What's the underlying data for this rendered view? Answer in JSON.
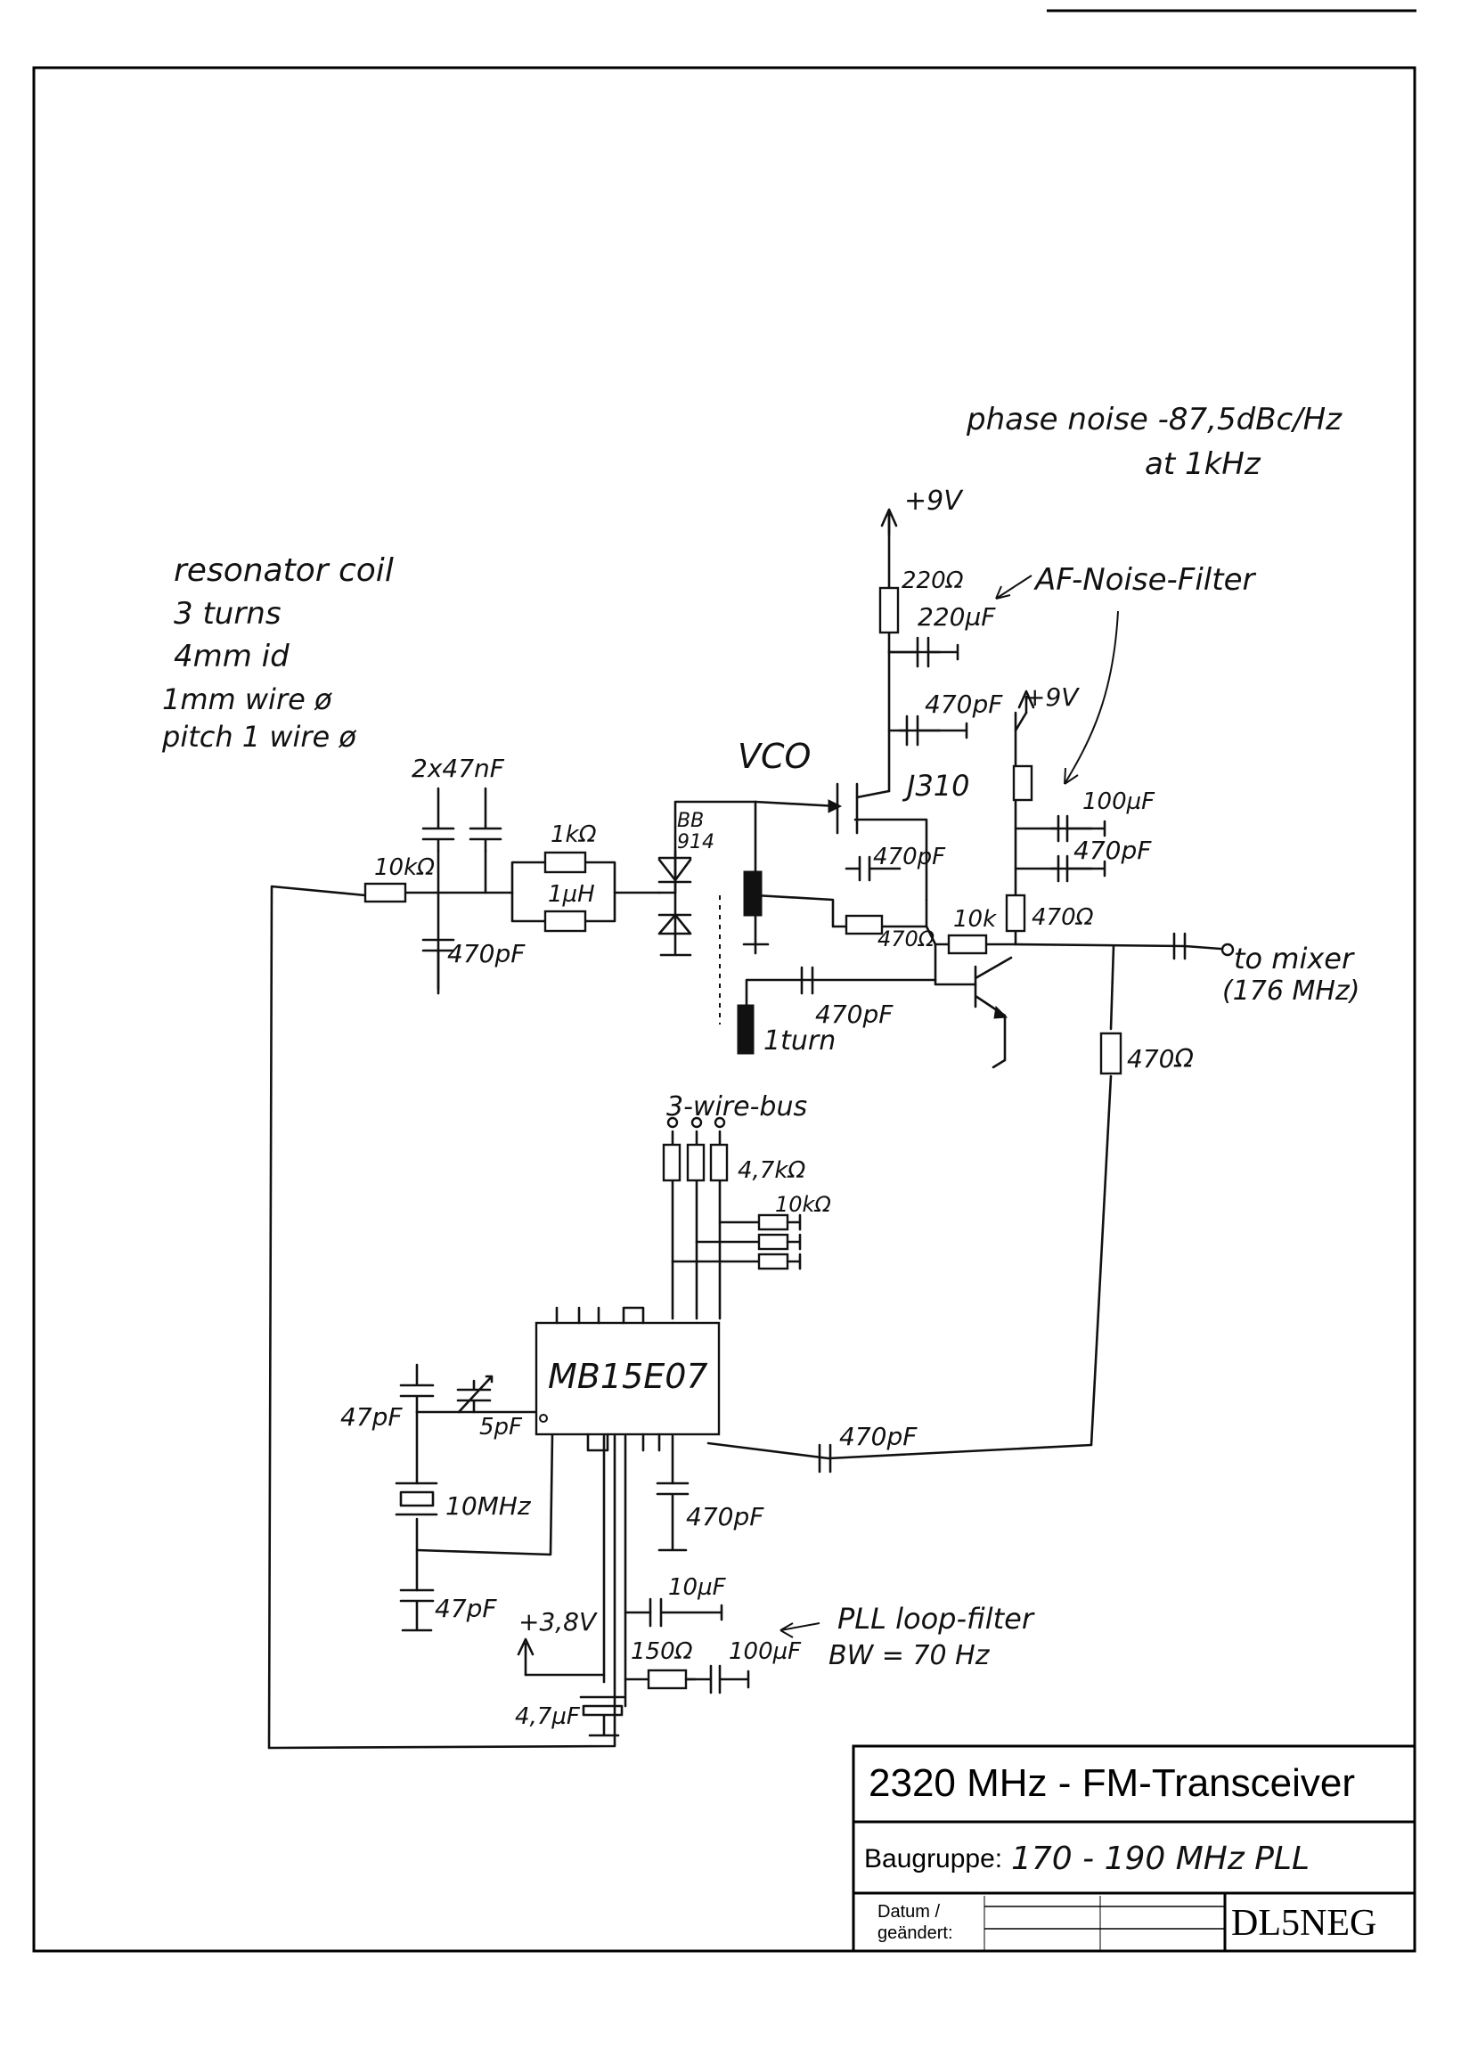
{
  "notes": {
    "phase_noise_1": "phase noise  -87,5dBc/Hz",
    "phase_noise_2": "at  1kHz",
    "resonator_1": "resonator  coil",
    "resonator_2": "3 turns",
    "resonator_3": "4mm  id",
    "resonator_4": "1mm  wire ø",
    "resonator_5": "pitch  1 wire ø",
    "af_filter": "AF-Noise-Filter",
    "vco": "VCO",
    "to_mixer_1": "to  mixer",
    "to_mixer_2": "(176 MHz)",
    "bus": "3-wire-bus",
    "pll_loop_1": "PLL  loop-filter",
    "pll_loop_2": "BW = 70 Hz",
    "one_turn": "1turn"
  },
  "labels": {
    "supply_9v_a": "+9V",
    "supply_9v_b": "+9V",
    "supply_3v8": "+3,8V",
    "r_220": "220Ω",
    "c_220u": "220µF",
    "c_470p_a": "470pF",
    "c_100u_a": "100µF",
    "c_470p_b": "470pF",
    "r_470_a": "470Ω",
    "jfet": "J310",
    "diode_1": "BB",
    "diode_2": "914",
    "c_2x47n": "2x47nF",
    "r_10k_a": "10kΩ",
    "r_1k": "1kΩ",
    "l_1u": "1µH",
    "c_470p_c": "470pF",
    "c_470p_d": "470pF",
    "r_470_b": "470Ω",
    "r_10k_b": "10k",
    "r_470_c": "470Ω",
    "c_470p_e": "470pF",
    "r_4k7": "4,7kΩ",
    "r_10k_c": "10kΩ",
    "ic": "MB15E07",
    "c_47p_a": "47pF",
    "c_5p": "5pF",
    "xtal": "10MHz",
    "c_47p_b": "47pF",
    "c_470p_f": "470pF",
    "c_470p_g": "470pF",
    "c_10u": "10µF",
    "r_150": "150Ω",
    "c_100u_b": "100µF",
    "c_4u7": "4,7µF"
  },
  "title_block": {
    "title": "2320 MHz - FM-Transceiver",
    "assembly_label": "Baugruppe:",
    "assembly_value": "170 - 190 MHz  PLL",
    "date_label_1": "Datum /",
    "date_label_2": "geändert:",
    "author": "DL5NEG"
  }
}
